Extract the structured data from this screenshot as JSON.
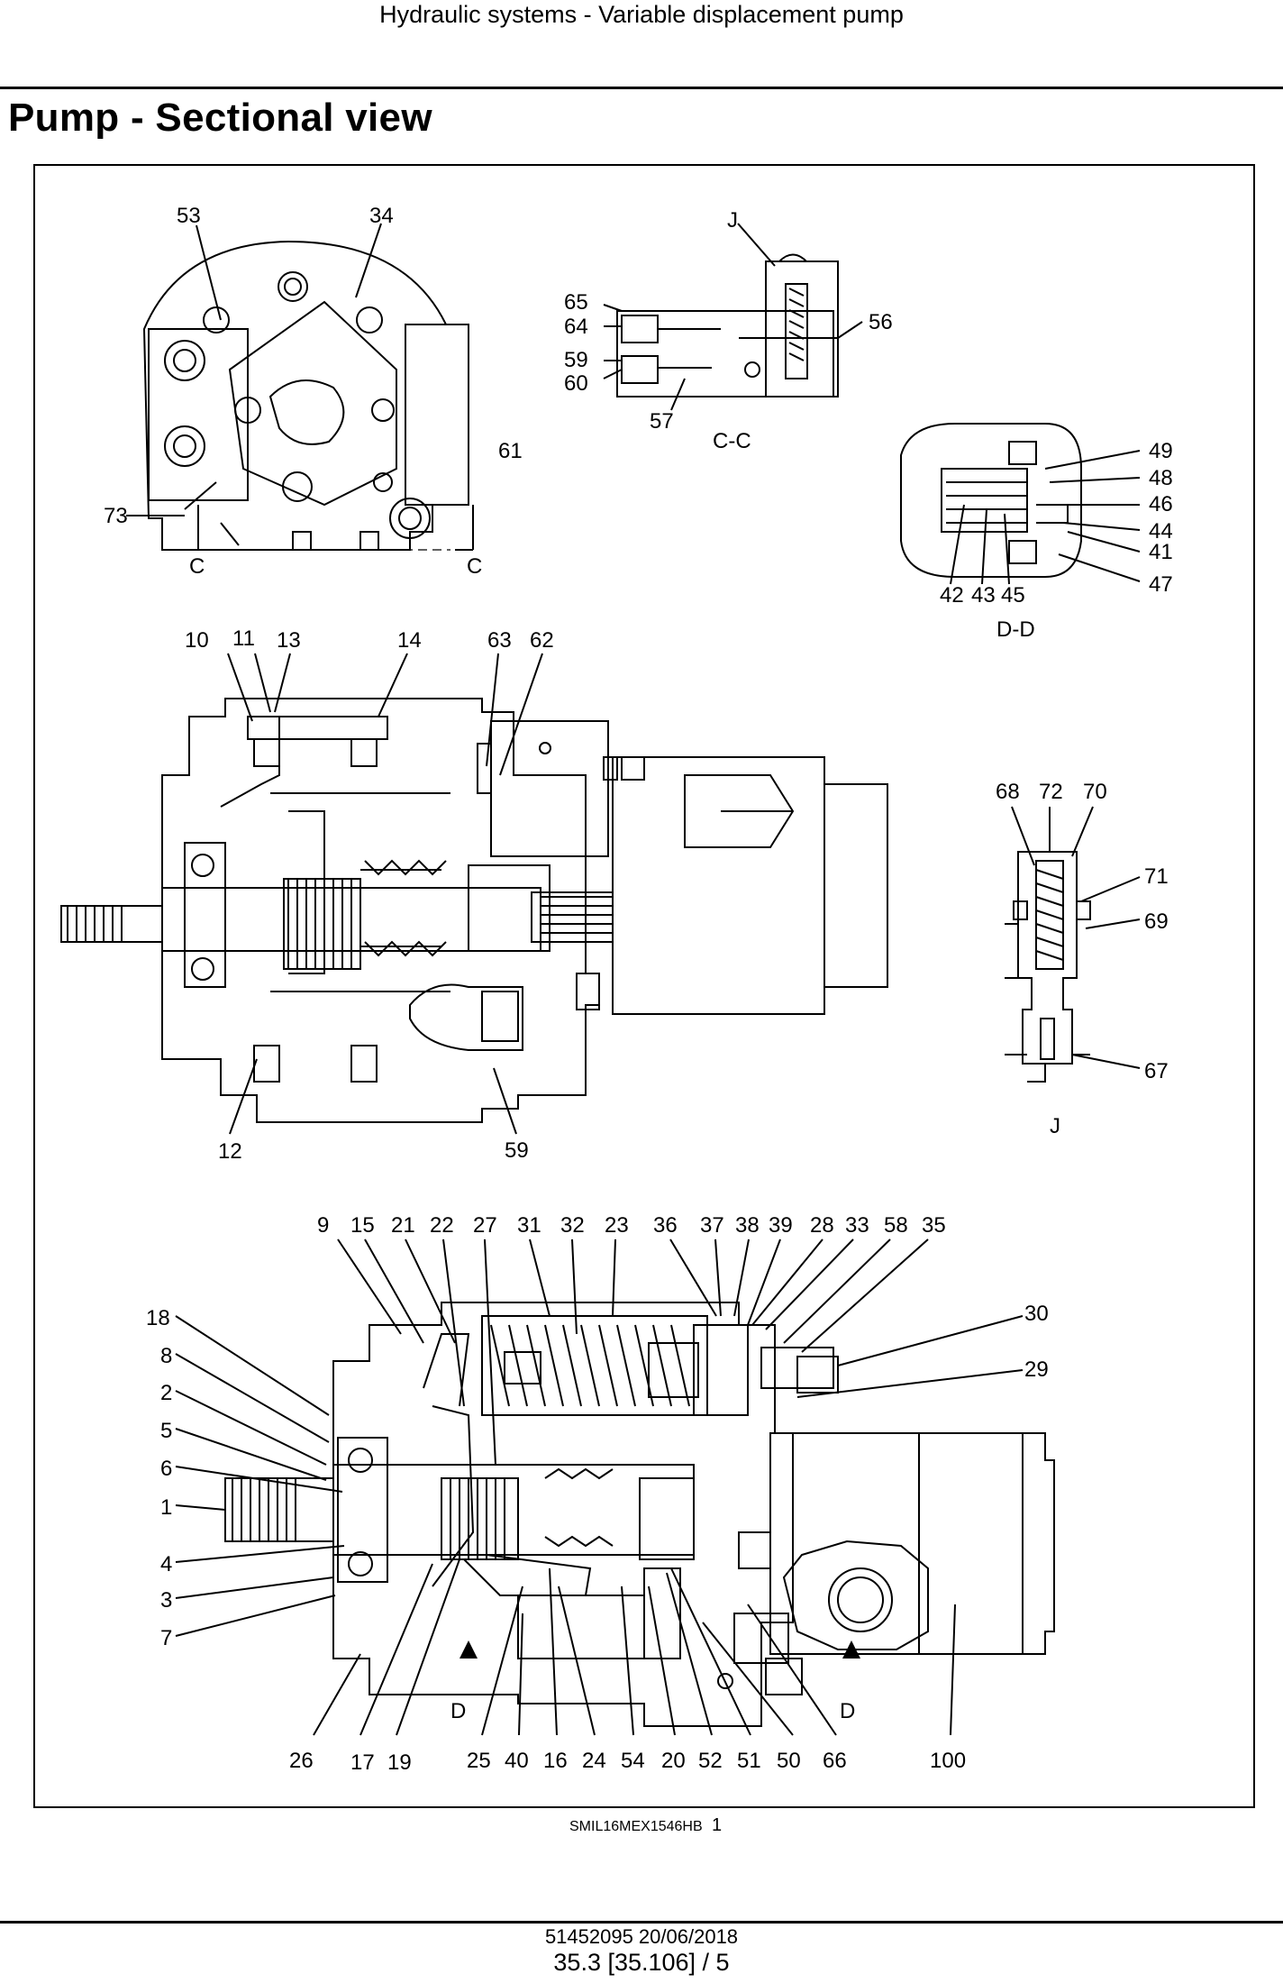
{
  "header": {
    "title": "Hydraulic systems - Variable displacement pump"
  },
  "page": {
    "title": "Pump - Sectional view"
  },
  "figure": {
    "code": "SMIL16MEX1546HB",
    "number": "1",
    "section_labels": {
      "cc": "C-C",
      "dd": "D-D",
      "c_left": "C",
      "c_right": "C",
      "j_top": "J",
      "j_bottom": "J",
      "d_left": "D",
      "d_right": "D"
    },
    "callouts": {
      "n53": "53",
      "n34": "34",
      "n73": "73",
      "n61": "61",
      "n65": "65",
      "n64": "64",
      "n59a": "59",
      "n60": "60",
      "n57": "57",
      "n56": "56",
      "n49": "49",
      "n48": "48",
      "n46": "46",
      "n44": "44",
      "n41": "41",
      "n47": "47",
      "n42": "42",
      "n43": "43",
      "n45": "45",
      "n10": "10",
      "n11": "11",
      "n13": "13",
      "n14": "14",
      "n63": "63",
      "n62": "62",
      "n12": "12",
      "n59b": "59",
      "n68": "68",
      "n72": "72",
      "n70": "70",
      "n71": "71",
      "n69": "69",
      "n67": "67",
      "n9": "9",
      "n15": "15",
      "n21": "21",
      "n22": "22",
      "n27": "27",
      "n31": "31",
      "n32": "32",
      "n23": "23",
      "n36": "36",
      "n37": "37",
      "n38": "38",
      "n39": "39",
      "n28": "28",
      "n33": "33",
      "n58": "58",
      "n35": "35",
      "n18": "18",
      "n8": "8",
      "n2": "2",
      "n5": "5",
      "n6": "6",
      "n1": "1",
      "n4": "4",
      "n3": "3",
      "n7": "7",
      "n30": "30",
      "n29": "29",
      "n26": "26",
      "n17": "17",
      "n19": "19",
      "n25": "25",
      "n40": "40",
      "n16": "16",
      "n24": "24",
      "n54": "54",
      "n20": "20",
      "n52": "52",
      "n51": "51",
      "n50": "50",
      "n66": "66",
      "n100": "100"
    }
  },
  "footer": {
    "doc": "51452095 20/06/2018",
    "page_ref": "35.3 [35.106] / 5"
  }
}
